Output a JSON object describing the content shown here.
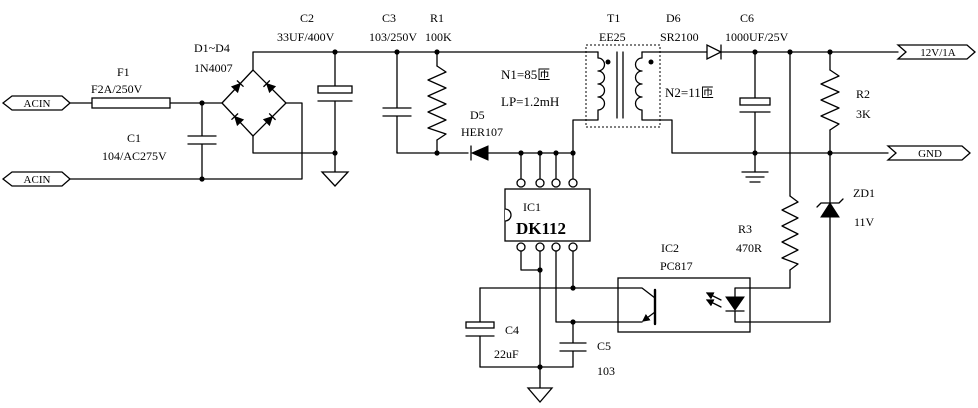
{
  "ports": {
    "acin_top": "ACIN",
    "acin_bottom": "ACIN",
    "output": "12V/1A",
    "ground": "GND"
  },
  "components": {
    "F1": {
      "ref": "F1",
      "value": "F2A/250V"
    },
    "D1_D4": {
      "ref": "D1~D4",
      "value": "1N4007"
    },
    "C1": {
      "ref": "C1",
      "value": "104/AC275V"
    },
    "C2": {
      "ref": "C2",
      "value": "33UF/400V"
    },
    "C3": {
      "ref": "C3",
      "value": "103/250V"
    },
    "R1": {
      "ref": "R1",
      "value": "100K"
    },
    "D5": {
      "ref": "D5",
      "value": "HER107"
    },
    "T1": {
      "ref": "T1",
      "value": "EE25",
      "primary_turns": "N1=85匝",
      "primary_inductance": "LP=1.2mH",
      "secondary_turns": "N2=11匝"
    },
    "D6": {
      "ref": "D6",
      "value": "SR2100"
    },
    "C6": {
      "ref": "C6",
      "value": "1000UF/25V"
    },
    "R2": {
      "ref": "R2",
      "value": "3K"
    },
    "ZD1": {
      "ref": "ZD1",
      "value": "11V"
    },
    "R3": {
      "ref": "R3",
      "value": "470R"
    },
    "IC1": {
      "ref": "IC1",
      "value": "DK112"
    },
    "IC2": {
      "ref": "IC2",
      "value": "PC817"
    },
    "C4": {
      "ref": "C4",
      "value": "22uF"
    },
    "C5": {
      "ref": "C5",
      "value": "103"
    }
  },
  "colors": {
    "wire": "#000000",
    "background": "#ffffff"
  }
}
